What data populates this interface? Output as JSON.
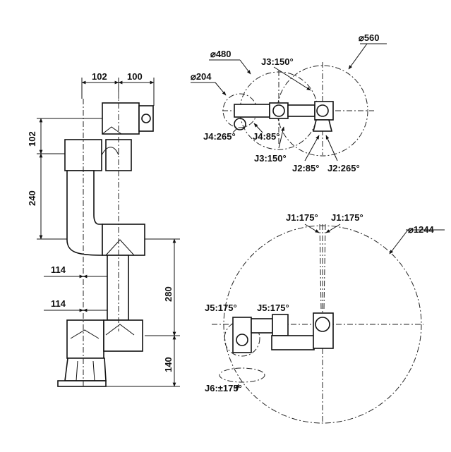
{
  "side_view": {
    "dims": {
      "top_left": "102",
      "top_right": "100",
      "vert_102": "102",
      "vert_240": "240",
      "offset_114_upper": "114",
      "offset_114_lower": "114",
      "vert_280": "280",
      "vert_140": "140"
    }
  },
  "top_view": {
    "dia_560": "⌀560",
    "dia_480": "⌀480",
    "dia_204": "⌀204",
    "j3_upper": "J3:150°",
    "j3_lower": "J3:150°",
    "j4_265": "J4:265°",
    "j4_85": "J4:85°",
    "j2_85": "J2:85°",
    "j2_265": "J2:265°"
  },
  "bottom_view": {
    "j1_left": "J1:175°",
    "j1_right": "J1:175°",
    "dia_1244": "⌀1244",
    "j5_left": "J5:175°",
    "j5_right": "J5:175°",
    "j6": "J6:±175°"
  }
}
